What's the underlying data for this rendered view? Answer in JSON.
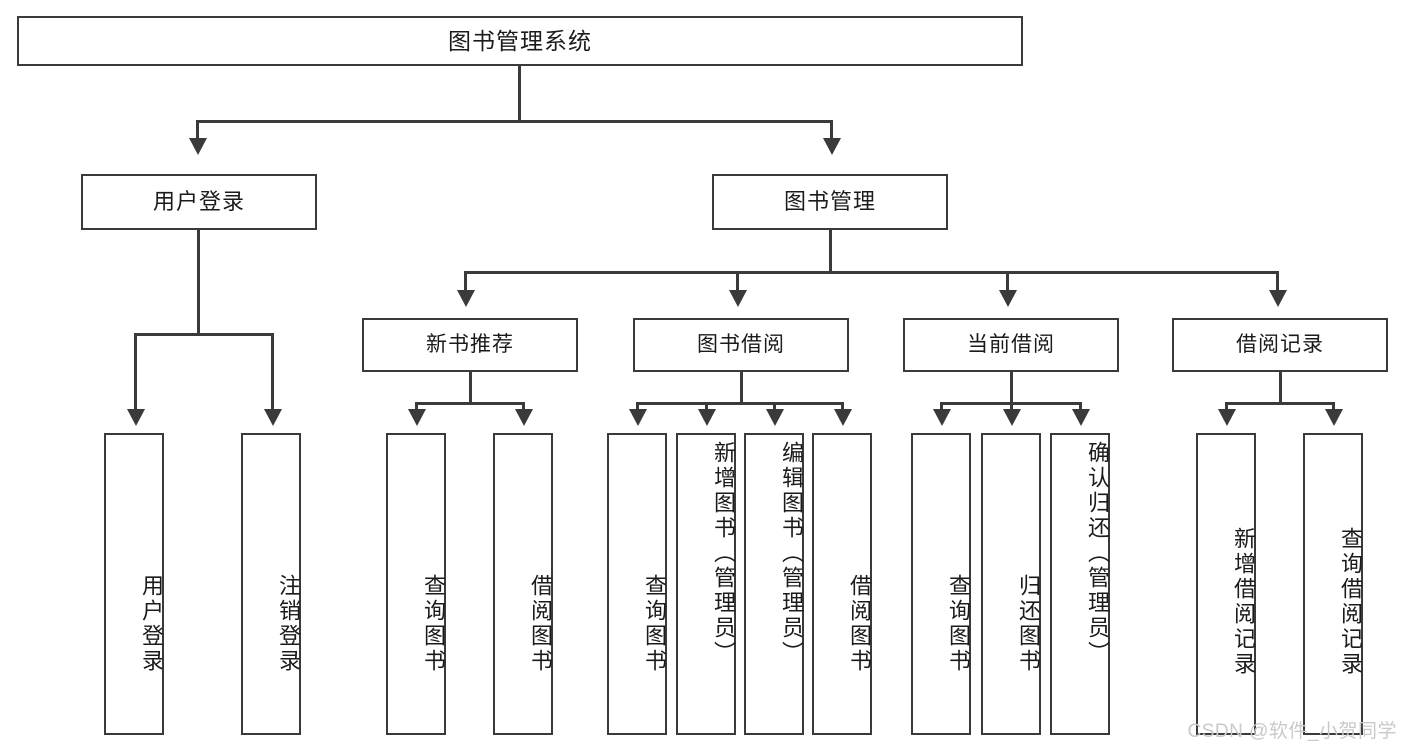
{
  "diagram": {
    "title": "图书管理系统",
    "type": "功能结构图",
    "colors": {
      "box_border": "#3a3a3a",
      "box_fill": "#ffffff",
      "connector": "#3a3a3a",
      "text": "#1b1b1b",
      "watermark": "#c9c9c9",
      "background": "#ffffff"
    }
  },
  "nodes": {
    "root": {
      "label": "图书管理系统"
    },
    "level2": [
      {
        "id": "user_login",
        "label": "用户登录"
      },
      {
        "id": "book_manage",
        "label": "图书管理"
      }
    ],
    "level3": [
      {
        "id": "new_book_rec",
        "label": "新书推荐"
      },
      {
        "id": "book_borrow",
        "label": "图书借阅"
      },
      {
        "id": "current_borrow",
        "label": "当前借阅"
      },
      {
        "id": "borrow_record",
        "label": "借阅记录"
      }
    ],
    "leaves": {
      "user_login": [
        {
          "id": "leaf_user_login",
          "label": "用户登录"
        },
        {
          "id": "leaf_user_logout",
          "label": "注销登录"
        }
      ],
      "new_book_rec": [
        {
          "id": "leaf_query_book_1",
          "label": "查询图书"
        },
        {
          "id": "leaf_borrow_book_1",
          "label": "借阅图书"
        }
      ],
      "book_borrow": [
        {
          "id": "leaf_query_book_2",
          "label": "查询图书"
        },
        {
          "id": "leaf_add_book",
          "label": "新增图书（管理员）"
        },
        {
          "id": "leaf_edit_book",
          "label": "编辑图书（管理员）"
        },
        {
          "id": "leaf_borrow_book_2",
          "label": "借阅图书"
        }
      ],
      "current_borrow": [
        {
          "id": "leaf_query_book_3",
          "label": "查询图书"
        },
        {
          "id": "leaf_return_book",
          "label": "归还图书"
        },
        {
          "id": "leaf_confirm_return",
          "label": "确认归还（管理员）"
        }
      ],
      "borrow_record": [
        {
          "id": "leaf_add_record",
          "label": "新增借阅记录"
        },
        {
          "id": "leaf_query_record",
          "label": "查询借阅记录"
        }
      ]
    }
  },
  "watermark": {
    "text": "CSDN @软件_小贺同学"
  },
  "chart_data": {
    "type": "table",
    "title": "图书管理系统 功能结构图",
    "hierarchy": [
      {
        "level": 1,
        "label": "图书管理系统",
        "children": [
          {
            "level": 2,
            "label": "用户登录",
            "children": [
              {
                "level": 3,
                "label": "用户登录"
              },
              {
                "level": 3,
                "label": "注销登录"
              }
            ]
          },
          {
            "level": 2,
            "label": "图书管理",
            "children": [
              {
                "level": 3,
                "label": "新书推荐",
                "children": [
                  {
                    "level": 4,
                    "label": "查询图书"
                  },
                  {
                    "level": 4,
                    "label": "借阅图书"
                  }
                ]
              },
              {
                "level": 3,
                "label": "图书借阅",
                "children": [
                  {
                    "level": 4,
                    "label": "查询图书"
                  },
                  {
                    "level": 4,
                    "label": "新增图书（管理员）"
                  },
                  {
                    "level": 4,
                    "label": "编辑图书（管理员）"
                  },
                  {
                    "level": 4,
                    "label": "借阅图书"
                  }
                ]
              },
              {
                "level": 3,
                "label": "当前借阅",
                "children": [
                  {
                    "level": 4,
                    "label": "查询图书"
                  },
                  {
                    "level": 4,
                    "label": "归还图书"
                  },
                  {
                    "level": 4,
                    "label": "确认归还（管理员）"
                  }
                ]
              },
              {
                "level": 3,
                "label": "借阅记录",
                "children": [
                  {
                    "level": 4,
                    "label": "新增借阅记录"
                  },
                  {
                    "level": 4,
                    "label": "查询借阅记录"
                  }
                ]
              }
            ]
          }
        ]
      }
    ]
  }
}
